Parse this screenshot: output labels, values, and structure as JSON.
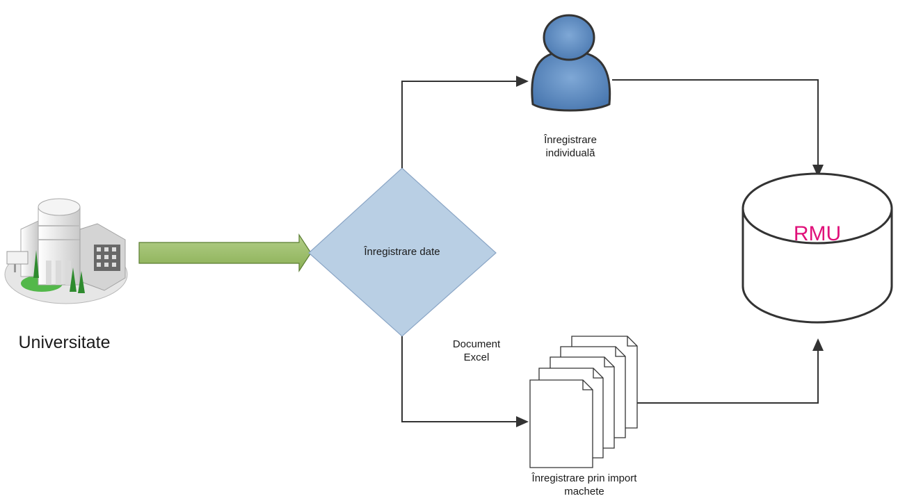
{
  "nodes": {
    "university": {
      "label": "Universitate",
      "icon": "university-building-icon"
    },
    "decision": {
      "label": "Înregistrare date"
    },
    "individual": {
      "line1": "Înregistrare",
      "line2": "individuală",
      "icon": "user-icon"
    },
    "import": {
      "line1": "Înregistrare prin import",
      "line2": "machete",
      "icon": "document-stack-icon"
    },
    "database": {
      "label": "RMU",
      "icon": "database-icon"
    }
  },
  "edges": {
    "excel": {
      "line1": "Document",
      "line2": "Excel"
    }
  },
  "colors": {
    "diamond_fill": "#b9cfe4",
    "diamond_stroke": "#8aa5c5",
    "arrow_fill": "#9bbf6a",
    "arrow_stroke": "#5b7d33",
    "user_fill": "#5d8cc2",
    "user_stroke": "#333333",
    "rmu_text": "#e0117a",
    "connector": "#333333"
  }
}
